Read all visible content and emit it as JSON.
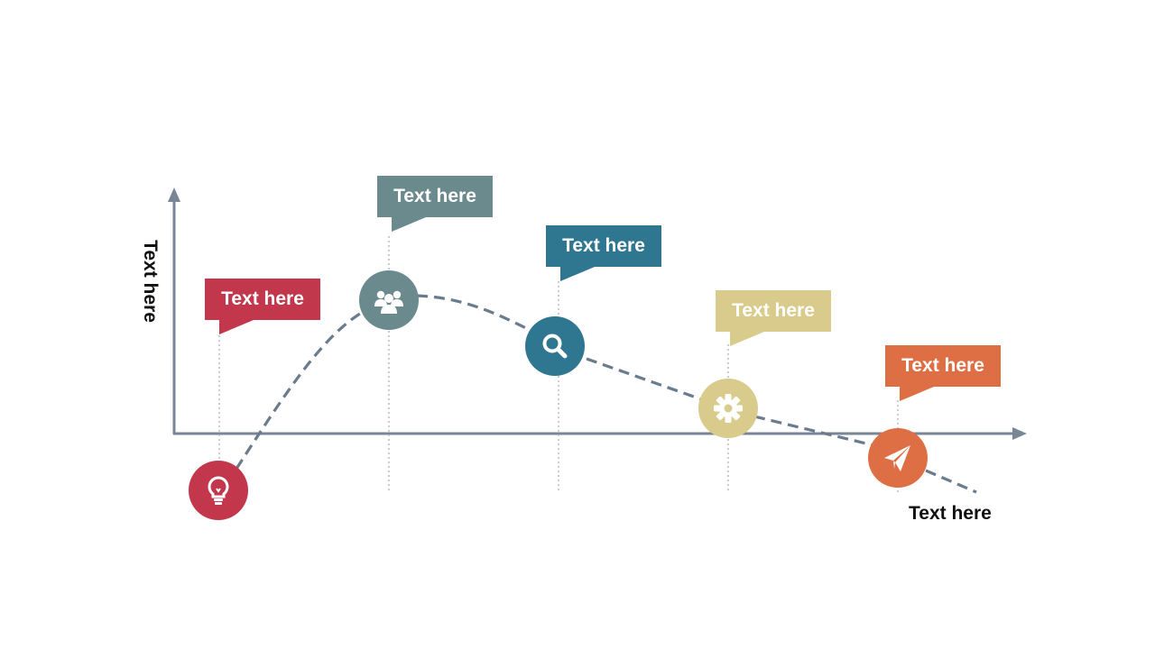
{
  "axes": {
    "y_label": "Text here",
    "x_label": "Text here",
    "color": "#7a8596"
  },
  "curve": {
    "color": "#6b7b8e",
    "style": "dashed"
  },
  "stages": [
    {
      "label": "Text here",
      "icon": "lightbulb-icon",
      "color": "#c3374c"
    },
    {
      "label": "Text here",
      "icon": "people-icon",
      "color": "#6a8a8e"
    },
    {
      "label": "Text here",
      "icon": "search-icon",
      "color": "#2f7791"
    },
    {
      "label": "Text here",
      "icon": "gear-icon",
      "color": "#d8cb8c"
    },
    {
      "label": "Text here",
      "icon": "paper-plane-icon",
      "color": "#de6f45"
    }
  ]
}
